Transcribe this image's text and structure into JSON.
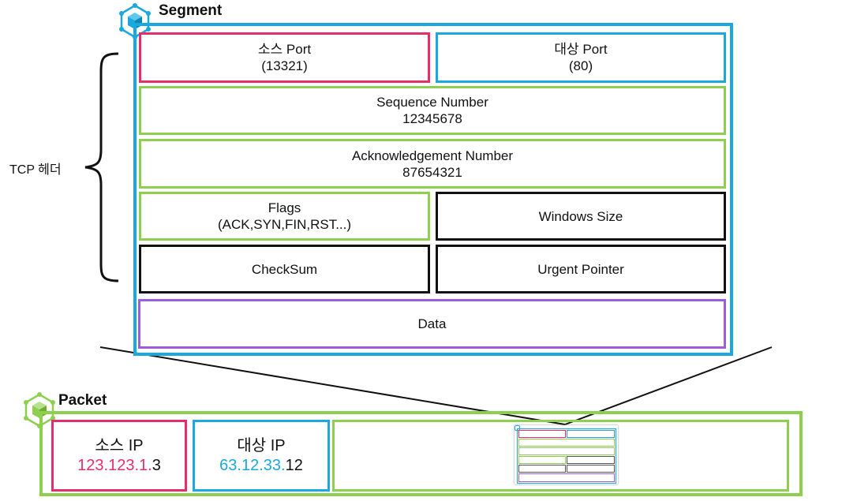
{
  "segment": {
    "title": "Segment",
    "icon": "cube-network-icon",
    "fields": {
      "src_port_label": "소스 Port",
      "src_port_value": "(13321)",
      "dst_port_label": "대상 Port",
      "dst_port_value": "(80)",
      "seq_label": "Sequence Number",
      "seq_value": "12345678",
      "ack_label": "Acknowledgement Number",
      "ack_value": "87654321",
      "flags_label": "Flags",
      "flags_value": "(ACK,SYN,FIN,RST...)",
      "window_label": "Windows Size",
      "checksum_label": "CheckSum",
      "urgent_label": "Urgent Pointer",
      "data_label": "Data"
    }
  },
  "tcp_header_label": "TCP 헤더",
  "packet": {
    "title": "Packet",
    "icon": "cube-network-icon",
    "src_ip_label": "소스 IP",
    "src_ip_colored": "123.123.1.",
    "src_ip_plain": "3",
    "dst_ip_label": "대상 IP",
    "dst_ip_colored": "63.12.33.",
    "dst_ip_plain": "12"
  },
  "colors": {
    "segment_border": "#1ba7e0",
    "packet_border": "#8fcf4f",
    "src": "#e62e6b",
    "dst": "#1ba7e0",
    "header_field": "#8fcf4f",
    "data": "#9a5ee0"
  }
}
